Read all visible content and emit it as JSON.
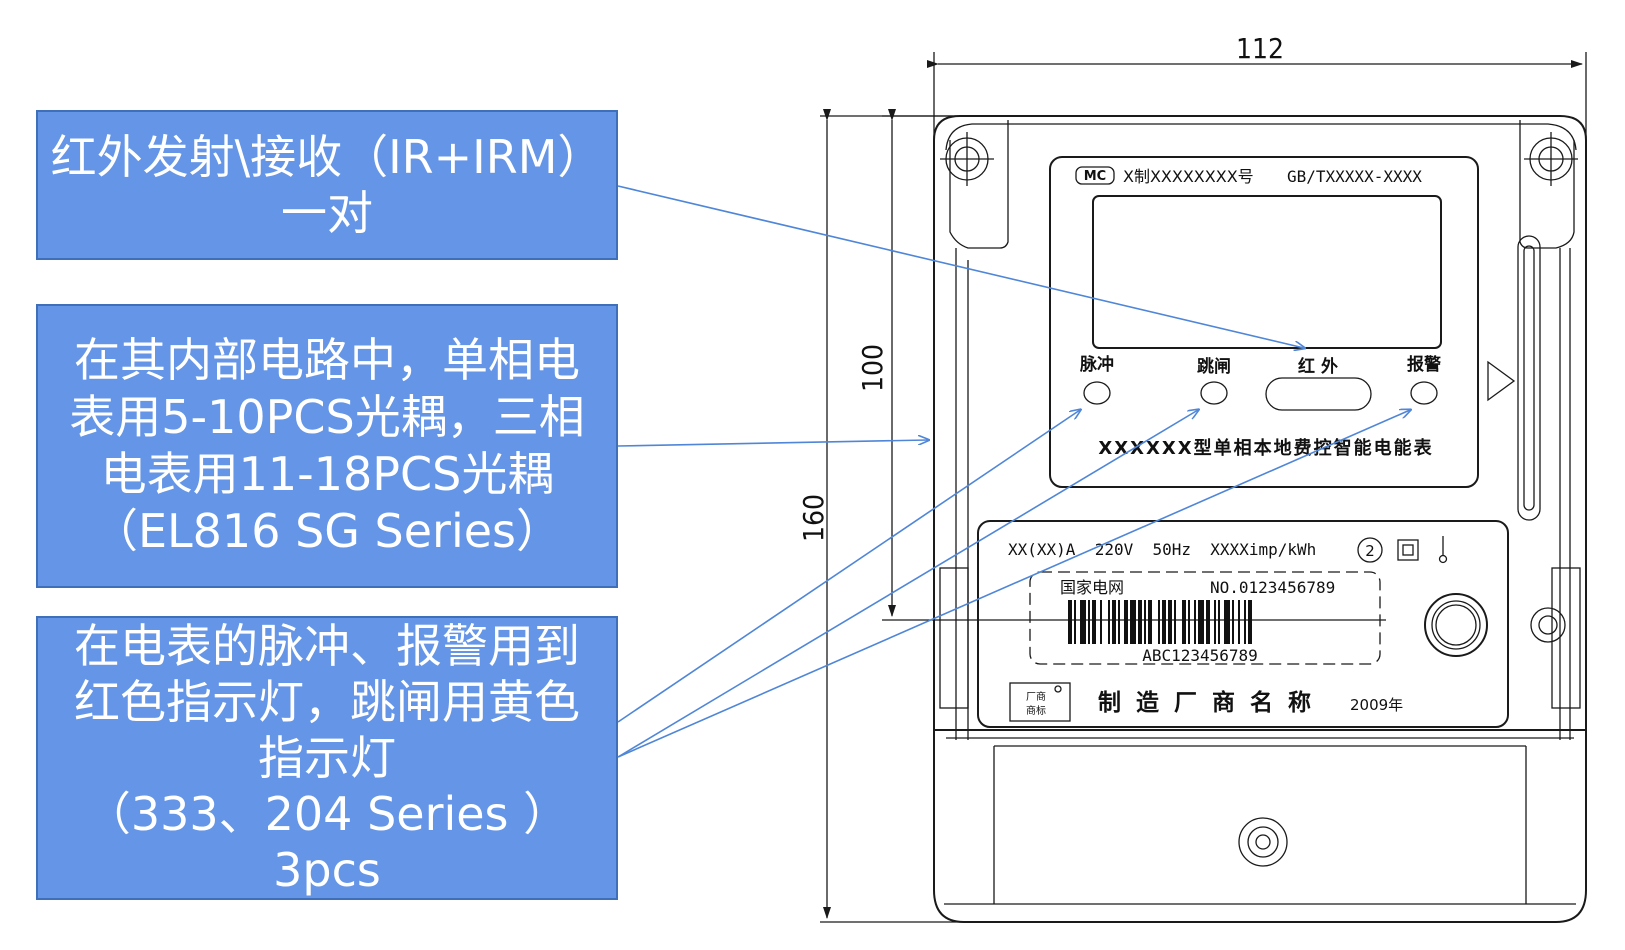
{
  "callouts": {
    "ir": {
      "lines": [
        "红外发射\\接收（IR+IRM）",
        "一对"
      ]
    },
    "optocoupler": {
      "lines": [
        "在其内部电路中，单相电",
        "表用5-10PCS光耦，三相",
        "电表用11-18PCS光耦",
        "（EL816 SG Series）"
      ]
    },
    "indicator": {
      "lines": [
        "在电表的脉冲、报警用到",
        "红色指示灯，跳闸用黄色",
        "指示灯",
        "（333、204 Series ）",
        "3pcs"
      ]
    }
  },
  "dimensions": {
    "width": "112",
    "display_height": "100",
    "total_height": "160"
  },
  "meter": {
    "cert_mark": "MC",
    "cert_text": "X制XXXXXXXX号",
    "standard": "GB/TXXXXX-XXXX",
    "indicator_labels": {
      "pulse": "脉冲",
      "trip": "跳闸",
      "infrared": "红 外",
      "alarm": "报警"
    },
    "model_name": "XXXXXX型单相本地费控智能电能表",
    "specs": "XX(XX)A  220V  50Hz  XXXXimp/kWh",
    "accuracy_class": "2",
    "grid_label": "国家电网",
    "serial": "NO.0123456789",
    "barcode_text": "ABC123456789",
    "factory_logo_lines": [
      "厂商",
      "商标"
    ],
    "manufacturer": "制造厂商名称",
    "year": "2009年"
  },
  "colors": {
    "callout_fill": "#6495e6",
    "callout_border": "#3f6fb8",
    "arrow": "#4f86d8",
    "line": "#1a1a1a"
  }
}
